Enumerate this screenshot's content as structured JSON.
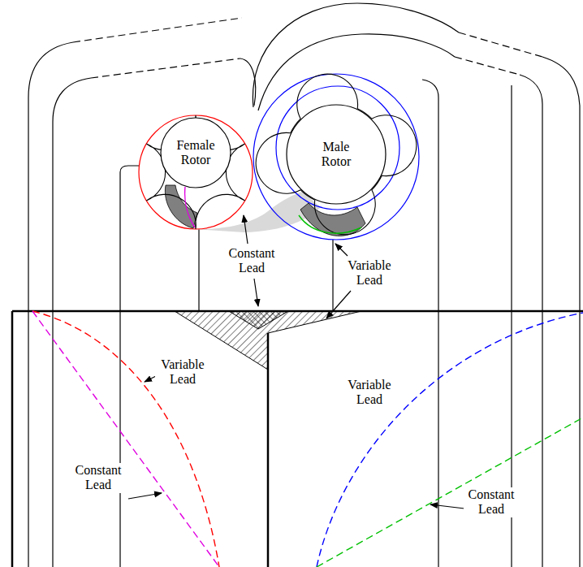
{
  "diagram": {
    "nodes": [
      {
        "text": [
          "Female Rotor"
        ]
      },
      {
        "text": [
          "Male Rotor"
        ]
      }
    ],
    "labels": [
      "Constant Lead",
      "Variable Lead",
      "Variable Lead",
      "Variable Lead",
      "Constant Lead",
      "Constant Lead"
    ]
  }
}
